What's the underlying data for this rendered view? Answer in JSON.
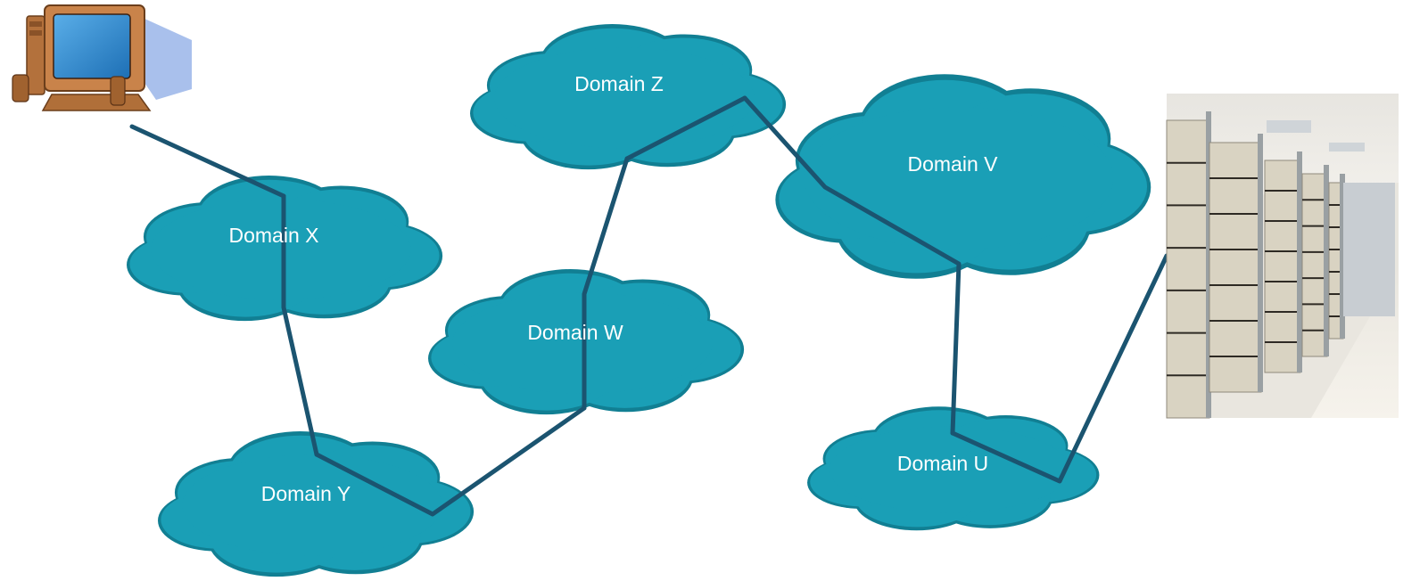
{
  "diagram": {
    "colors": {
      "cloud_fill": "#1a9fb6",
      "cloud_dark": "#117f93",
      "link": "#1b5470",
      "label": "#ffffff",
      "monitor_body": "#c9834a",
      "screen": "#2f8fd2",
      "shadow": "#a9c0ec",
      "rack_panel": "#d9d3c2",
      "rack_post": "#9aa0a3"
    },
    "nodes": [
      {
        "id": "client",
        "kind": "computer-icon"
      },
      {
        "id": "domain-x",
        "kind": "cloud",
        "label": "Domain X"
      },
      {
        "id": "domain-y",
        "kind": "cloud",
        "label": "Domain Y"
      },
      {
        "id": "domain-w",
        "kind": "cloud",
        "label": "Domain W"
      },
      {
        "id": "domain-z",
        "kind": "cloud",
        "label": "Domain Z"
      },
      {
        "id": "domain-v",
        "kind": "cloud",
        "label": "Domain V"
      },
      {
        "id": "domain-u",
        "kind": "cloud",
        "label": "Domain U"
      },
      {
        "id": "data-center",
        "kind": "server-room-photo"
      }
    ],
    "links": [
      [
        "client",
        "domain-x"
      ],
      [
        "domain-x",
        "domain-y"
      ],
      [
        "domain-y",
        "domain-w"
      ],
      [
        "domain-w",
        "domain-z"
      ],
      [
        "domain-z",
        "domain-v"
      ],
      [
        "domain-v",
        "domain-u"
      ],
      [
        "domain-u",
        "data-center"
      ]
    ]
  }
}
